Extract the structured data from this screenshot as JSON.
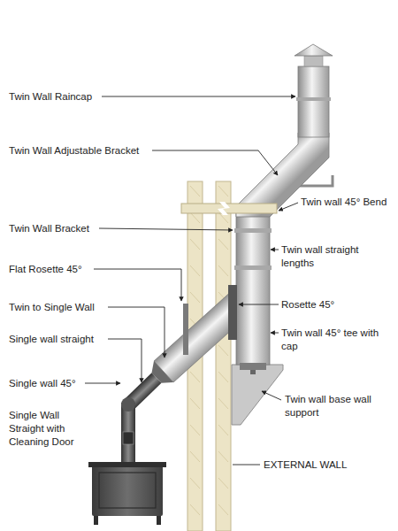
{
  "diagram": {
    "labels": [
      "Twin Wall Raincap",
      "Twin Wall Adjustable Bracket",
      "Twin wall 45° Bend",
      "Twin Wall Bracket",
      "Twin wall straight lengths",
      "Flat Rosette 45°",
      "Rosette 45°",
      "Twin to Single Wall",
      "Twin wall 45° tee with cap",
      "Single wall straight",
      "Single wall 45°",
      "Twin wall base wall support",
      "Single Wall Straight with Cleaning Door",
      "EXTERNAL WALL"
    ]
  }
}
